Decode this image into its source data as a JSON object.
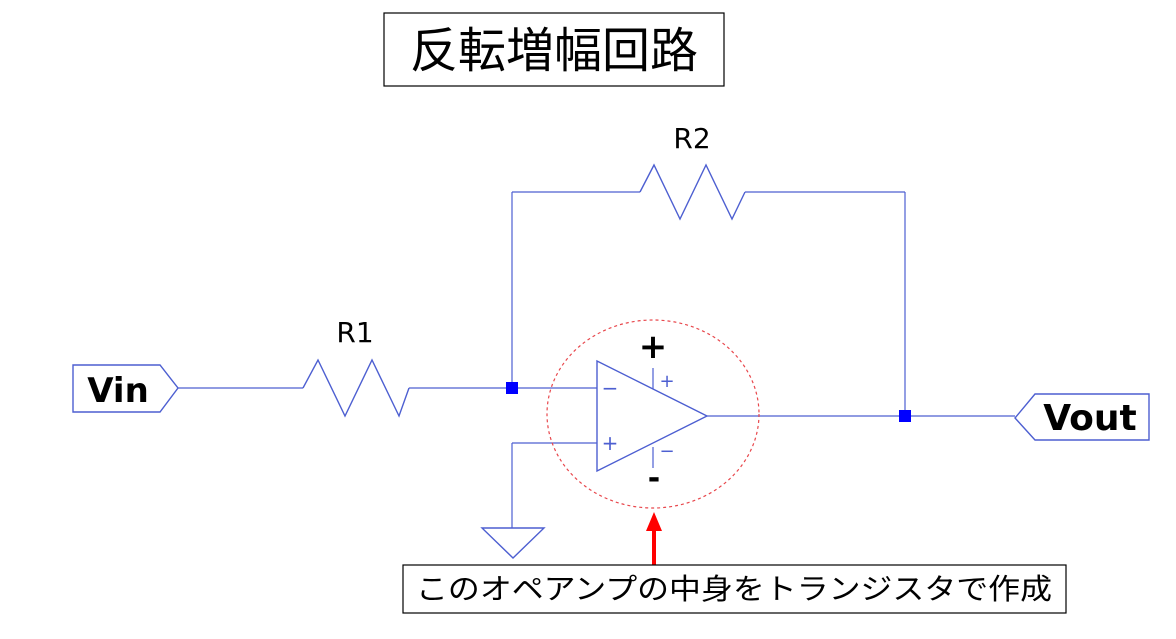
{
  "title": "反転増幅回路",
  "components": {
    "r1": "R1",
    "r2": "R2"
  },
  "ports": {
    "input": "Vin",
    "output": "Vout"
  },
  "opamp": {
    "inverting_input": "−",
    "noninverting_input": "+",
    "supply_positive": "+",
    "supply_negative": "-",
    "supply_positive_pin": "+",
    "supply_negative_pin": "−"
  },
  "annotation": "このオペアンプの中身をトランジスタで作成",
  "colors": {
    "wire": "#4d5fd1",
    "node": "#0000ff",
    "highlight_circle": "#e8474c",
    "arrow": "#ff0000"
  }
}
